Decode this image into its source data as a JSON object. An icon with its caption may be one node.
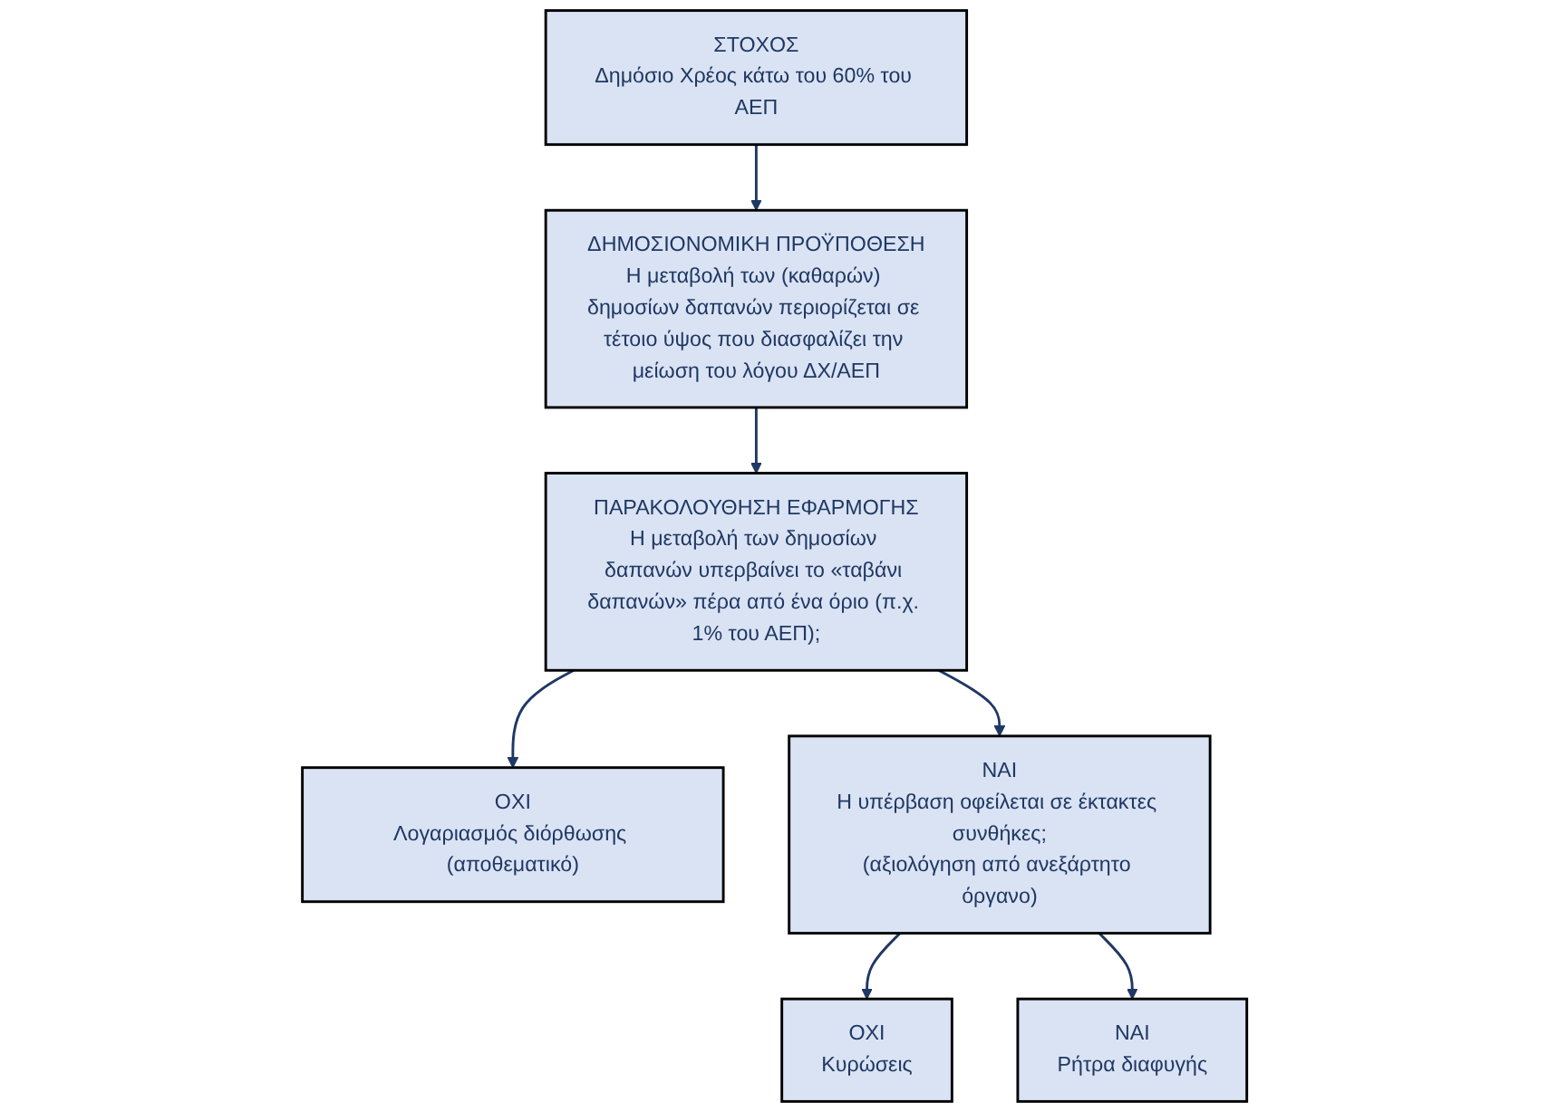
{
  "diagram": {
    "nodes": [
      {
        "text": [
          "ΣΤΟΧΟΣ",
          "Δημόσιο Χρέος κάτω του 60% του ΑΕΠ"
        ]
      },
      {
        "text": [
          "ΔΗΜΟΣΙΟΝΟΜΙΚΗ ΠΡΟΫΠΟΘΕΣΗ",
          "Η μεταβολή των (καθαρών) δημοσίων δαπανών περιορίζεται σε τέτοιο ύψος που διασφαλίζει την μείωση του λόγου ΔΧ/ΑΕΠ"
        ]
      },
      {
        "text": [
          "ΠΑΡΑΚΟΛΟΥΘΗΣΗ ΕΦΑΡΜΟΓΗΣ",
          "Η μεταβολή των δημοσίων δαπανών υπερβαίνει το «ταβάνι δαπανών» πέρα από ένα όριο (π.χ. 1% του ΑΕΠ);"
        ]
      },
      {
        "text": [
          "ΟΧΙ",
          "Λογαριασμός διόρθωσης (αποθεματικό)"
        ]
      },
      {
        "text": [
          "ΝΑΙ",
          "Η υπέρβαση οφείλεται σε έκτακτες συνθήκες;",
          "(αξιολόγηση από ανεξάρτητο όργανο)"
        ]
      },
      {
        "text": [
          "ΟΧΙ",
          "Κυρώσεις"
        ]
      },
      {
        "text": [
          "ΝΑΙ",
          "Ρήτρα διαφυγής"
        ]
      }
    ],
    "edges": [
      {
        "from": 0,
        "to": 1,
        "arrow": "to"
      },
      {
        "from": 1,
        "to": 2,
        "arrow": "to"
      },
      {
        "from": 2,
        "to": 3,
        "arrow": "to"
      },
      {
        "from": 2,
        "to": 4,
        "arrow": "to"
      },
      {
        "from": 4,
        "to": 5,
        "arrow": "to"
      },
      {
        "from": 4,
        "to": 6,
        "arrow": "to"
      }
    ]
  }
}
